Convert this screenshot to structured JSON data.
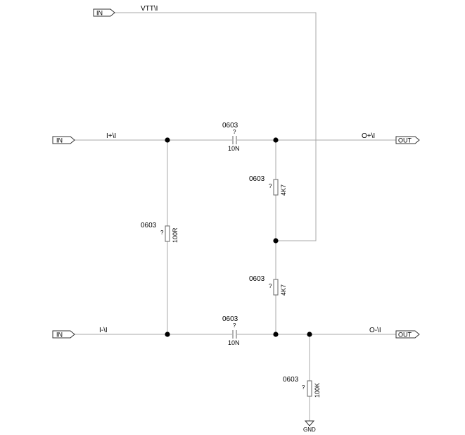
{
  "ports": {
    "vtt_in": "IN",
    "ip_in": "IN",
    "in_in": "IN",
    "op_out": "OUT",
    "on_out": "OUT"
  },
  "nets": {
    "vtt": "VTT\\I",
    "i_plus": "I+\\I",
    "i_minus": "I-\\I",
    "o_plus": "O+\\I",
    "o_minus": "O-\\I",
    "gnd": "GND"
  },
  "components": {
    "c_top": {
      "package": "0603",
      "refdes": "?",
      "value": "10N"
    },
    "c_bot": {
      "package": "0603",
      "refdes": "?",
      "value": "10N"
    },
    "r_100r": {
      "package": "0603",
      "refdes": "?",
      "value": "100R"
    },
    "r_4k7_top": {
      "package": "0603",
      "refdes": "?",
      "value": "4K7"
    },
    "r_4k7_bot": {
      "package": "0603",
      "refdes": "?",
      "value": "4K7"
    },
    "r_100k": {
      "package": "0603",
      "refdes": "?",
      "value": "100K"
    }
  }
}
